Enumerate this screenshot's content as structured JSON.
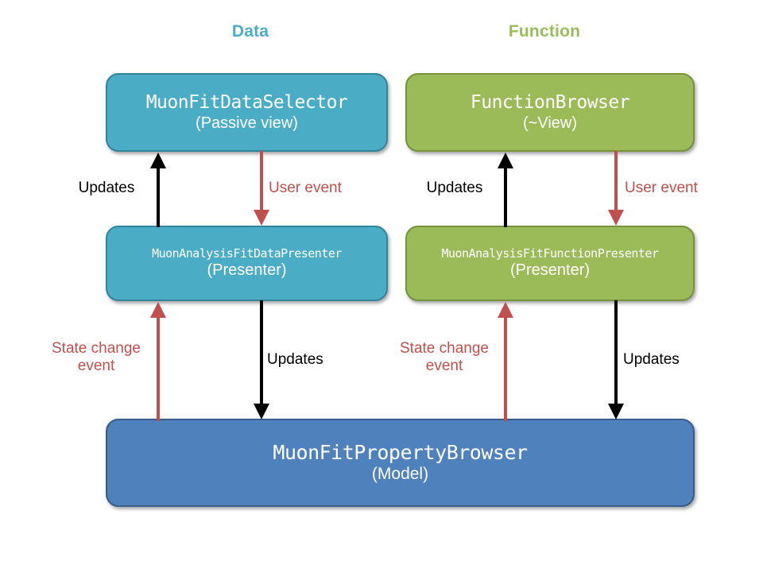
{
  "diagram": {
    "columns": [
      {
        "id": "data",
        "label": "Data",
        "color": "#4BACC6"
      },
      {
        "id": "function",
        "label": "Function",
        "color": "#9BBB59"
      }
    ],
    "nodes": [
      {
        "id": "data-view",
        "title": "MuonFitDataSelector",
        "subtitle": "(Passive view)",
        "role": "view",
        "fill": "#4BACC6",
        "stroke": "#31859B"
      },
      {
        "id": "function-view",
        "title": "FunctionBrowser",
        "subtitle": "(~View)",
        "role": "view",
        "fill": "#9BBB59",
        "stroke": "#76923C"
      },
      {
        "id": "data-presenter",
        "title": "MuonAnalysisFitDataPresenter",
        "subtitle": "(Presenter)",
        "role": "presenter",
        "fill": "#4BACC6",
        "stroke": "#31859B"
      },
      {
        "id": "function-presenter",
        "title": "MuonAnalysisFitFunctionPresenter",
        "subtitle": "(Presenter)",
        "role": "presenter",
        "fill": "#9BBB59",
        "stroke": "#76923C"
      },
      {
        "id": "model",
        "title": "MuonFitPropertyBrowser",
        "subtitle": "(Model)",
        "role": "model",
        "fill": "#4F81BD",
        "stroke": "#385D8A"
      }
    ],
    "edges": [
      {
        "id": "data-presenter-updates-view",
        "label": "Updates",
        "color": "#000000",
        "direction": "up",
        "from": "data-presenter",
        "to": "data-view"
      },
      {
        "id": "data-view-user-event",
        "label": "User event",
        "color": "#C0504D",
        "direction": "down",
        "from": "data-view",
        "to": "data-presenter"
      },
      {
        "id": "function-presenter-updates-view",
        "label": "Updates",
        "color": "#000000",
        "direction": "up",
        "from": "function-presenter",
        "to": "function-view"
      },
      {
        "id": "function-view-user-event",
        "label": "User event",
        "color": "#C0504D",
        "direction": "down",
        "from": "function-view",
        "to": "function-presenter"
      },
      {
        "id": "model-state-change-data",
        "label": "State change\nevent",
        "color": "#C0504D",
        "direction": "up",
        "from": "model",
        "to": "data-presenter"
      },
      {
        "id": "data-presenter-updates-model",
        "label": "Updates",
        "color": "#000000",
        "direction": "down",
        "from": "data-presenter",
        "to": "model"
      },
      {
        "id": "model-state-change-function",
        "label": "State change\nevent",
        "color": "#C0504D",
        "direction": "up",
        "from": "model",
        "to": "function-presenter"
      },
      {
        "id": "function-presenter-updates-model",
        "label": "Updates",
        "color": "#000000",
        "direction": "down",
        "from": "function-presenter",
        "to": "model"
      }
    ]
  }
}
